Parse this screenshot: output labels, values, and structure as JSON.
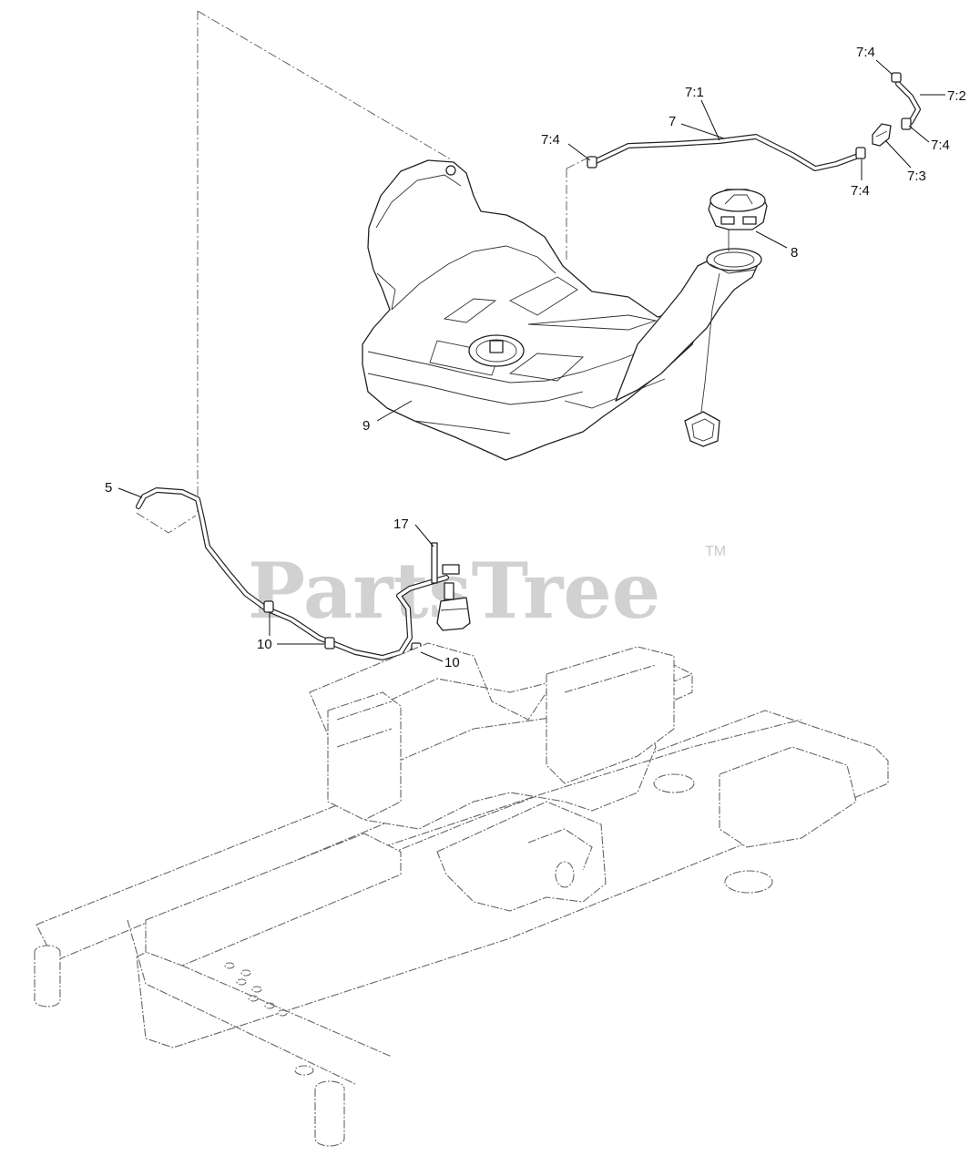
{
  "watermark": {
    "brand": "PartsTree",
    "trademark": "TM"
  },
  "callouts": {
    "c5": "5",
    "c7": "7",
    "c7_1": "7:1",
    "c7_2": "7:2",
    "c7_3": "7:3",
    "c7_4_top": "7:4",
    "c7_4_left": "7:4",
    "c7_4_right": "7:4",
    "c7_4_bottom": "7:4",
    "c8": "8",
    "c9": "9",
    "c10_left": "10",
    "c10_right": "10",
    "c17": "17"
  }
}
